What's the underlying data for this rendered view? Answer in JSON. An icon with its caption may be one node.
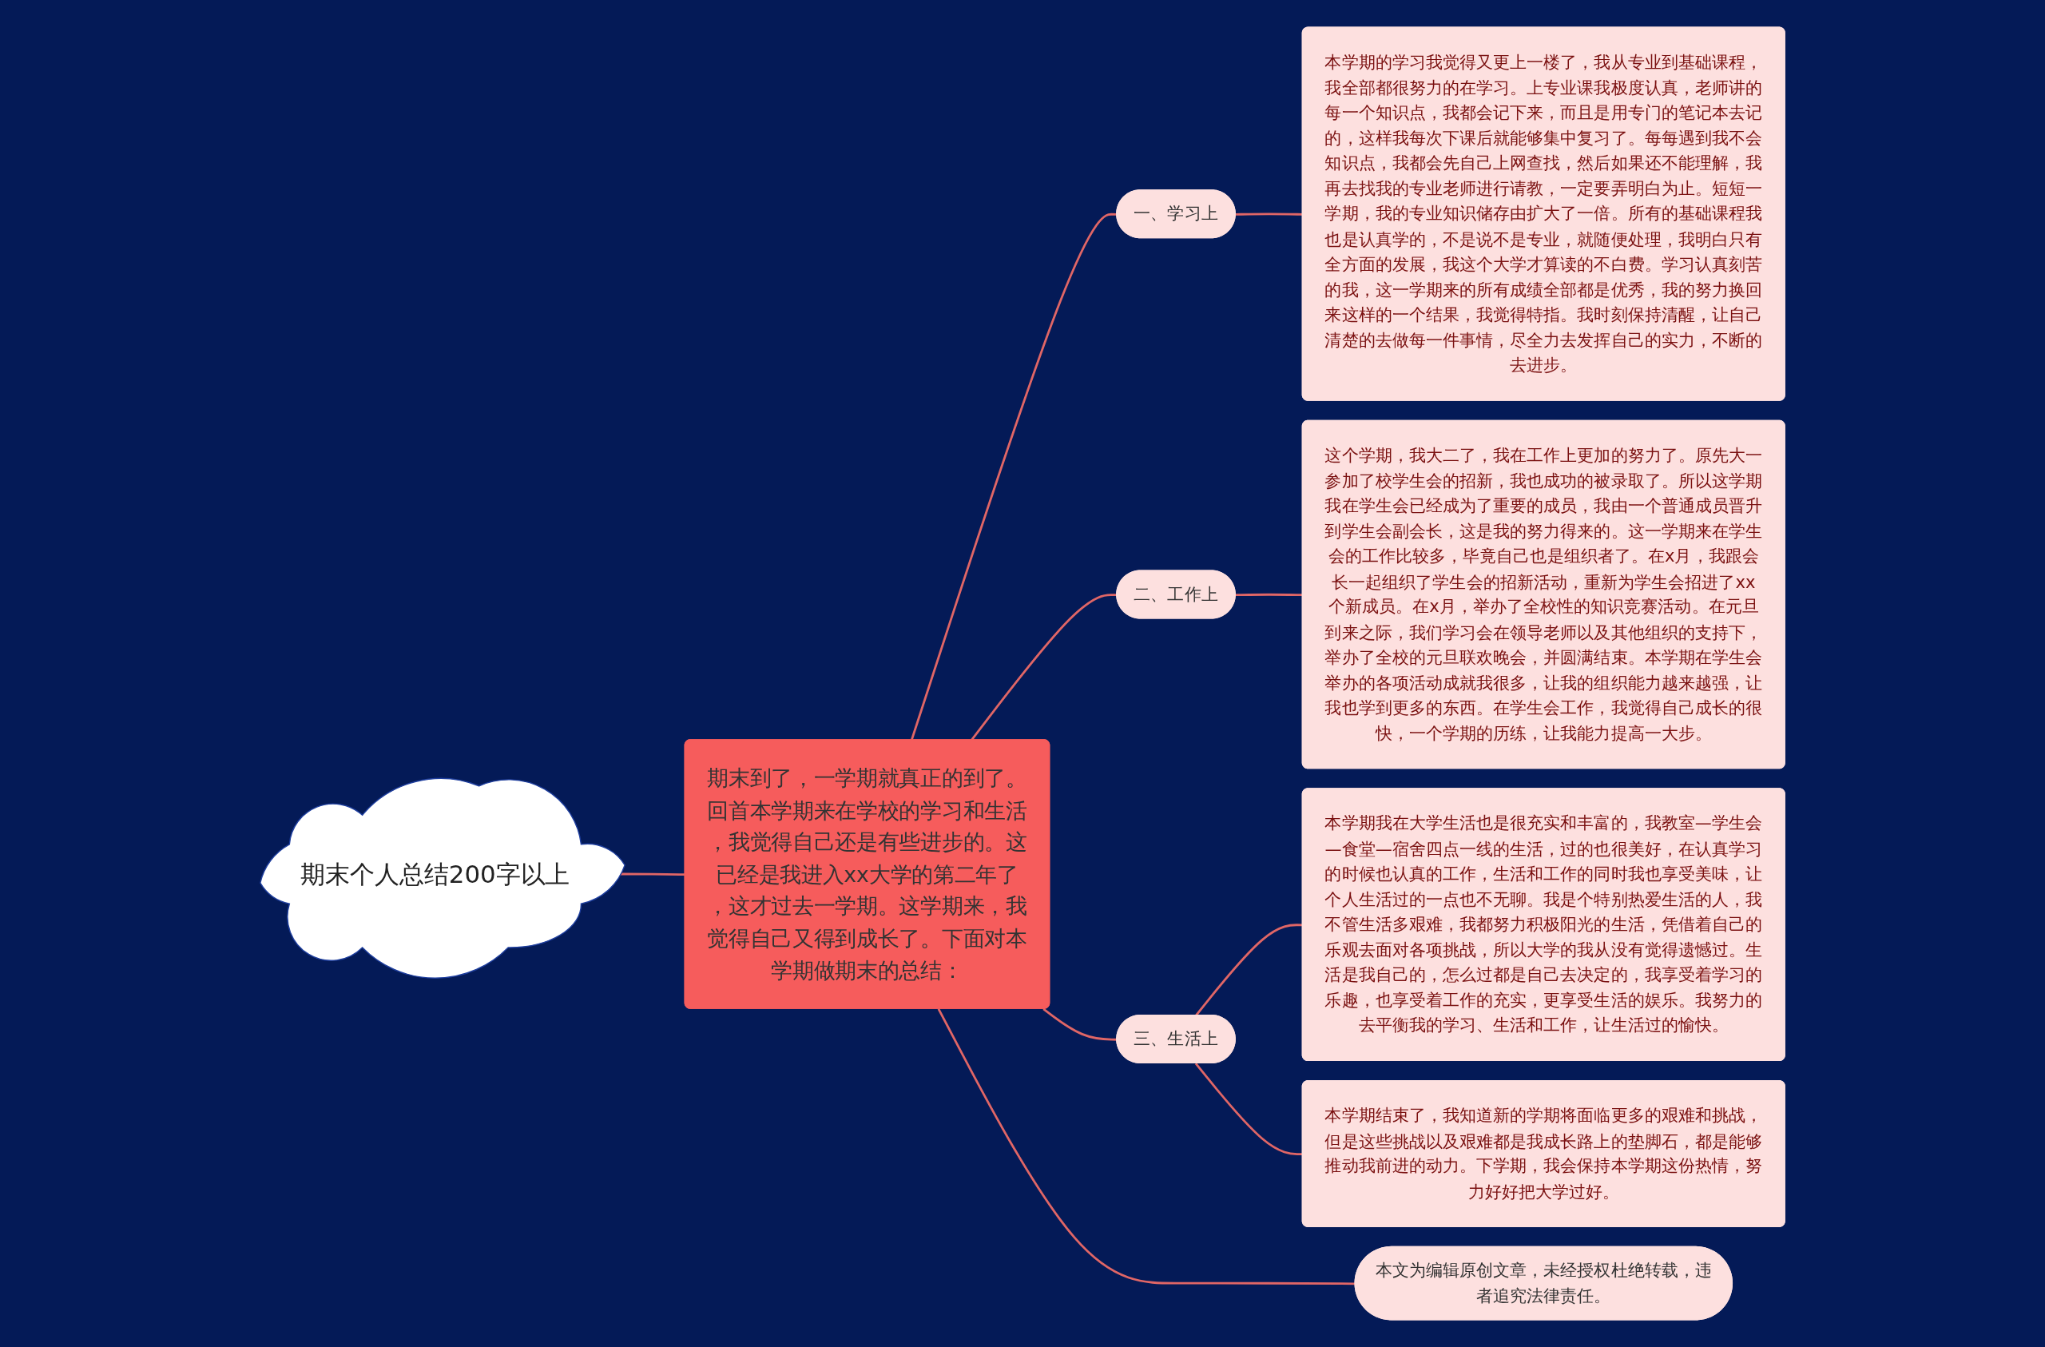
{
  "diagram": {
    "nodes": [
      {
        "text": [
          "期末个人总结200字以上"
        ]
      },
      {
        "text": [
          "期末到了，一学期就真正的到了。回首本学期来在学校的学习和生活，我觉得自己还是有些进步的。这已经是我进入xx大学的第二年了，这才过去一学期。这学期来，我觉得自己又得到成长了。下面对本学期做期末的总结："
        ]
      },
      {
        "text": [
          "一、学习上"
        ]
      },
      {
        "text": [
          "本学期的学习我觉得又更上一楼了，我从专业到基础课程，我全部都很努力的在学习。上专业课我极度认真，老师讲的每一个知识点，我都会记下来，而且是用专门的笔记本去记的，这样我每次下课后就能够集中复习了。每每遇到我不会知识点，我都会先自己上网查找，然后如果还不能理解，我再去找我的专业老师进行请教，一定要弄明白为止。短短一学期，我的专业知识储存由扩大了一倍。所有的基础课程我也是认真学的，不是说不是专业，就随便处理，我明白只有全方面的发展，我这个大学才算读的不白费。学习认真刻苦的我，这一学期来的所有成绩全部都是优秀，我的努力换回来这样的一个结果，我觉得特指。我时刻保持清醒，让自己清楚的去做每一件事情，尽全力去发挥自己的实力，不断的去进步。"
        ]
      },
      {
        "text": [
          "二、工作上"
        ]
      },
      {
        "text": [
          "这个学期，我大二了，我在工作上更加的努力了。原先大一参加了校学生会的招新，我也成功的被录取了。所以这学期我在学生会已经成为了重要的成员，我由一个普通成员晋升到学生会副会长，这是我的努力得来的。这一学期来在学生会的工作比较多，毕竟自己也是组织者了。在x月，我跟会长一起组织了学生会的招新活动，重新为学生会招进了xx个新成员。在x月，举办了全校性的知识竞赛活动。在元旦到来之际，我们学习会在领导老师以及其他组织的支持下，举办了全校的元旦联欢晚会，并圆满结束。本学期在学生会举办的各项活动成就我很多，让我的组织能力越来越强，让我也学到更多的东西。在学生会工作，我觉得自己成长的很快，一个学期的历练，让我能力提高一大步。"
        ]
      },
      {
        "text": [
          "三、生活上"
        ]
      },
      {
        "text": [
          "本学期我在大学生活也是很充实和丰富的，我教室—学生会—食堂—宿舍四点一线的生活，过的也很美好，在认真学习的时候也认真的工作，生活和工作的同时我也享受美味，让个人生活过的一点也不无聊。我是个特别热爱生活的人，我不管生活多艰难，我都努力积极阳光的生活，凭借着自己的乐观去面对各项挑战，所以大学的我从没有觉得遗憾过。生活是我自己的，怎么过都是自己去决定的，我享受着学习的乐趣，也享受着工作的充实，更享受生活的娱乐。我努力的去平衡我的学习、生活和工作，让生活过的愉快。"
        ]
      },
      {
        "text": [
          "本学期结束了，我知道新的学期将面临更多的艰难和挑战，但是这些挑战以及艰难都是我成长路上的垫脚石，都是能够推动我前进的动力。下学期，我会保持本学期这份热情，努力好好把大学过好。"
        ]
      },
      {
        "text": [
          "本文为编辑原创文章，未经授权杜绝转载，违者追究法律责任。"
        ]
      }
    ],
    "edges": [
      {
        "from": 0,
        "to": 1,
        "arrow": "none"
      },
      {
        "from": 1,
        "to": 2,
        "arrow": "none"
      },
      {
        "from": 1,
        "to": 4,
        "arrow": "none"
      },
      {
        "from": 1,
        "to": 6,
        "arrow": "none"
      },
      {
        "from": 1,
        "to": 9,
        "arrow": "none"
      },
      {
        "from": 2,
        "to": 3,
        "arrow": "none"
      },
      {
        "from": 4,
        "to": 5,
        "arrow": "none"
      },
      {
        "from": 6,
        "to": 7,
        "arrow": "none"
      },
      {
        "from": 6,
        "to": 8,
        "arrow": "none"
      }
    ]
  }
}
